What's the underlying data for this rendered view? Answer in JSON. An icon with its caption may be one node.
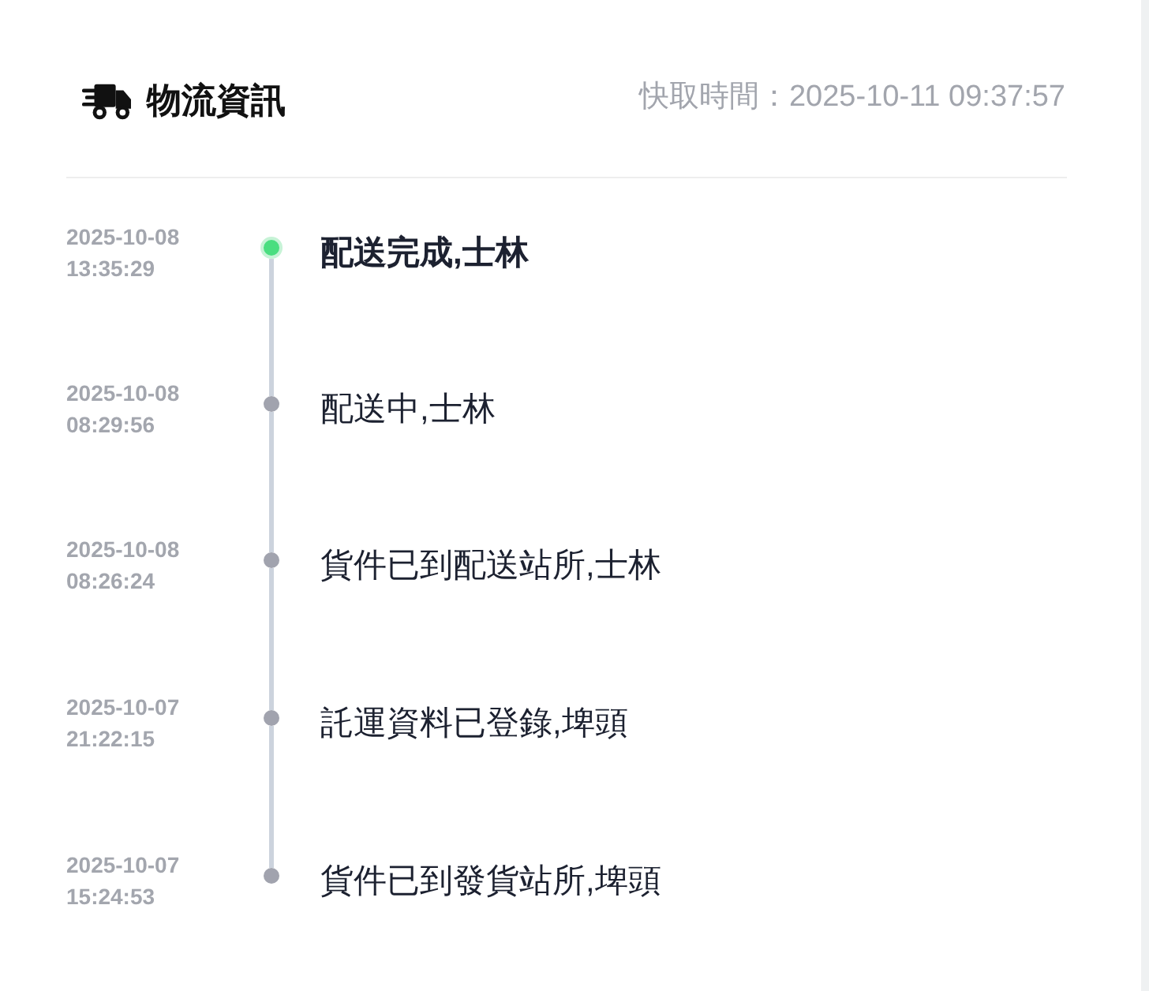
{
  "diagram": {
    "title": "物流資訊",
    "nodes": [
      {
        "text": [],
        "shape": "circle",
        "beside": [
          "2025-10-08 13:35:29",
          "配送完成,士林"
        ]
      },
      {
        "text": [],
        "shape": "circle",
        "beside": [
          "2025-10-08 08:29:56",
          "配送中,士林"
        ]
      },
      {
        "text": [],
        "shape": "circle",
        "beside": [
          "2025-10-08 08:26:24",
          "貨件已到配送站所,士林"
        ]
      },
      {
        "text": [],
        "shape": "circle",
        "beside": [
          "2025-10-07 21:22:15",
          "託運資料已登錄,埤頭"
        ]
      },
      {
        "text": [],
        "shape": "circle",
        "beside": [
          "2025-10-07 15:24:53",
          "貨件已到發貨站所,埤頭"
        ]
      }
    ],
    "edges": [
      {
        "from": 0,
        "to": 1,
        "arrow": "none"
      },
      {
        "from": 1,
        "to": 2,
        "arrow": "none"
      },
      {
        "from": 2,
        "to": 3,
        "arrow": "none"
      },
      {
        "from": 3,
        "to": 4,
        "arrow": "none"
      }
    ],
    "labels": [
      "快取時間：2025-10-11 09:37:57"
    ]
  }
}
